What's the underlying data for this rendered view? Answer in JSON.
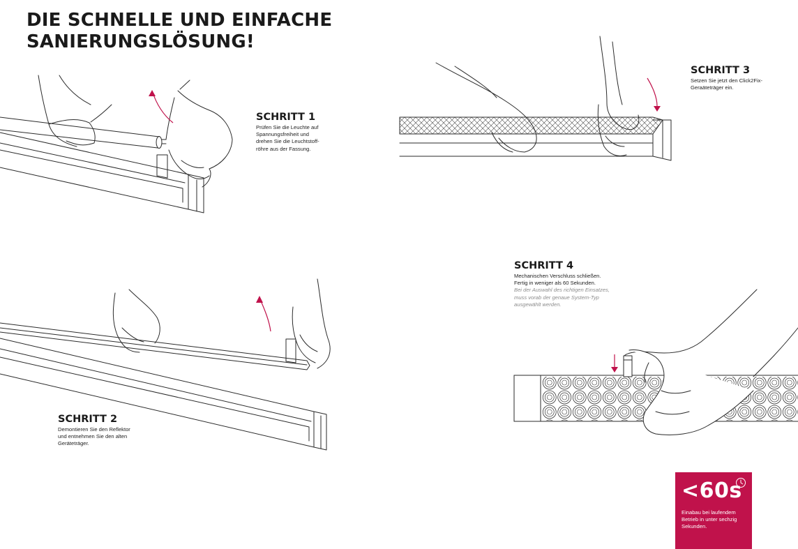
{
  "heading": {
    "line1": "DIE SCHNELLE UND EINFACHE",
    "line2": "SANIERUNGSLÖSUNG!"
  },
  "steps": [
    {
      "title": "SCHRITT 1",
      "lines": [
        "Prüfen Sie die Leuchte auf",
        "Spannungsfreiheit und",
        "drehen Sie die Leuchtstoff-",
        "röhre aus der Fassung."
      ]
    },
    {
      "title": "SCHRITT 2",
      "lines": [
        "Demontieren Sie den Reflektor",
        "und entnehmen Sie den alten",
        "Geräteträger."
      ]
    },
    {
      "title": "SCHRITT 3",
      "lines": [
        "Setzen Sie jetzt den Click2Fix-",
        "Geraäteträger ein."
      ]
    },
    {
      "title": "SCHRITT 4",
      "lines": [
        "Mechanischen Verschluss schließen.",
        "Fertig in weniger als 60 Sekunden."
      ],
      "note_lines": [
        "Bei der Auswahl des richtigen Einsatzes,",
        "muss vorab der genaue System-Typ",
        "ausgewählt werden."
      ]
    }
  ],
  "badge": {
    "value": "<60s",
    "text_lines": [
      "Einabau bei laufendem",
      "Betrieb in unter sechzig",
      "Sekunden."
    ],
    "icon": "clock-icon",
    "color": "#c0124b"
  },
  "colors": {
    "accent": "#c0124b",
    "line_art": "#2a2a2a"
  }
}
